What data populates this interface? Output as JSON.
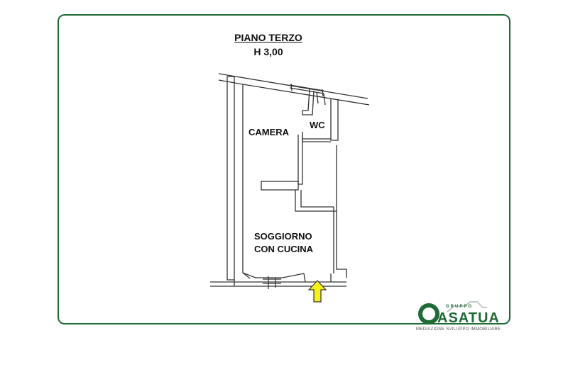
{
  "title": "PIANO TERZO",
  "height_label": "H 3,00",
  "rooms": {
    "camera": "CAMERA",
    "wc": "WC",
    "soggiorno": "SOGGIORNO",
    "con_cucina": "CON CUCINA"
  },
  "logo": {
    "brand": "ASATUA",
    "gruppo": "GRUPPO",
    "tagline": "MEDIAZIONE SVILUPPO IMMOBILIARE"
  },
  "colors": {
    "frame": "#1e6b35",
    "brand_green": "#1e6b35",
    "entry_arrow": "#f7ef1c"
  },
  "icons": {
    "entry": "entry-arrow-icon"
  }
}
